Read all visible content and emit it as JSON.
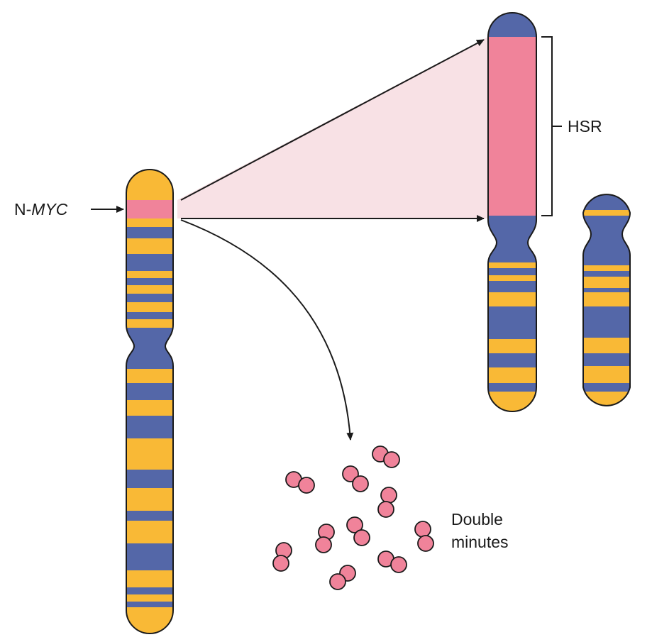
{
  "labels": {
    "gene_prefix": "N-",
    "gene_name": "MYC",
    "hsr": "HSR",
    "double_minutes_line1": "Double",
    "double_minutes_line2": "minutes"
  },
  "colors": {
    "band_light": "#f9b936",
    "band_dark": "#5467a8",
    "amplified": "#f0839a",
    "wedge": "#f8e1e5",
    "outline": "#1a1a1a"
  }
}
